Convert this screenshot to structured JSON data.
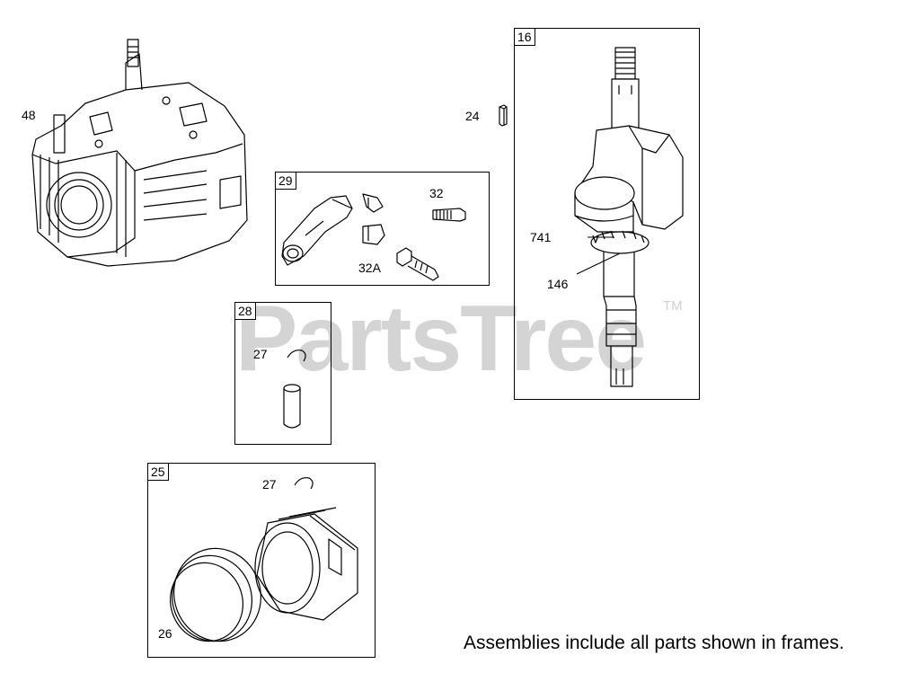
{
  "watermark": "PartsTree",
  "trademark": "TM",
  "footer_note": "Assemblies include all parts shown in frames.",
  "frames": {
    "f16": "16",
    "f29": "29",
    "f28": "28",
    "f25": "25"
  },
  "callouts": {
    "c48": "48",
    "c24": "24",
    "c32": "32",
    "c32a": "32A",
    "c741": "741",
    "c146": "146",
    "c27a": "27",
    "c27b": "27",
    "c26": "26"
  }
}
